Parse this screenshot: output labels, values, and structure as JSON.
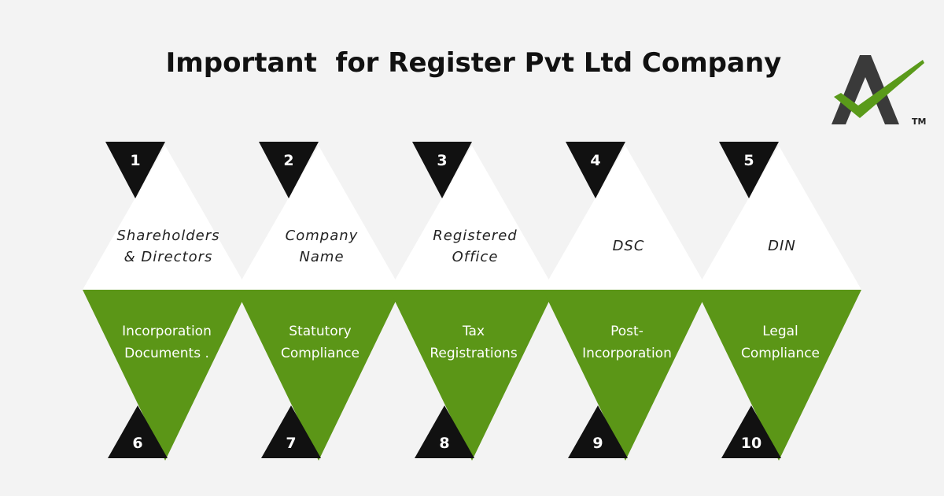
{
  "title": "Important  for Register Pvt Ltd Company",
  "logo": {
    "name": "company-logo",
    "mark": "TM",
    "accent": "#5a9a1a",
    "dark": "#3a3a3a"
  },
  "colors": {
    "background": "#f3f3f3",
    "green": "#5b9617",
    "black": "#111111",
    "white": "#ffffff"
  },
  "upper_items": [
    {
      "number": "1",
      "lines": [
        "Shareholders",
        "& Directors"
      ]
    },
    {
      "number": "2",
      "lines": [
        "Company",
        "Name"
      ]
    },
    {
      "number": "3",
      "lines": [
        "Registered",
        "Office"
      ]
    },
    {
      "number": "4",
      "lines": [
        "DSC"
      ]
    },
    {
      "number": "5",
      "lines": [
        "DIN"
      ]
    }
  ],
  "lower_items": [
    {
      "number": "6",
      "lines": [
        "Incorporation",
        "Documents ."
      ]
    },
    {
      "number": "7",
      "lines": [
        "Statutory",
        "Compliance"
      ]
    },
    {
      "number": "8",
      "lines": [
        "Tax",
        "Registrations"
      ]
    },
    {
      "number": "9",
      "lines": [
        "Post-",
        "Incorporation"
      ]
    },
    {
      "number": "10",
      "lines": [
        "Legal",
        "Compliance"
      ]
    }
  ]
}
